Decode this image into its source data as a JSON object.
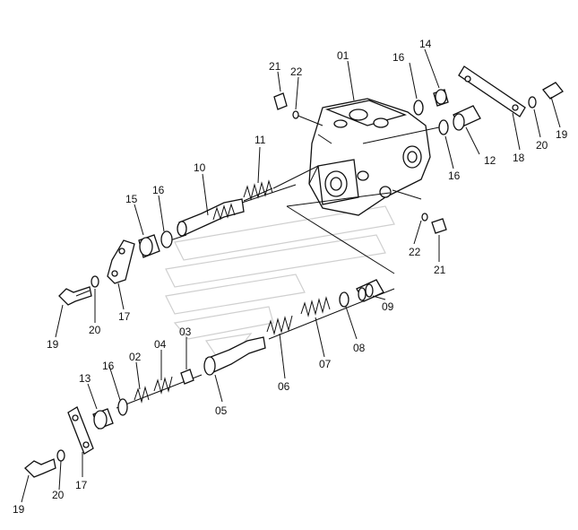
{
  "labels": {
    "l01": "01",
    "l02": "02",
    "l03": "03",
    "l04": "04",
    "l05": "05",
    "l06": "06",
    "l07": "07",
    "l08": "08",
    "l09": "09",
    "l10": "10",
    "l11": "11",
    "l12": "12",
    "l13": "13",
    "l14": "14",
    "l15": "15",
    "l16": "16",
    "l17": "17",
    "l18": "18",
    "l19": "19",
    "l20": "20",
    "l21": "21",
    "l22": "22"
  },
  "colors": {
    "line": "#111111",
    "watermark": "#cfcfcf",
    "background": "#ffffff"
  }
}
